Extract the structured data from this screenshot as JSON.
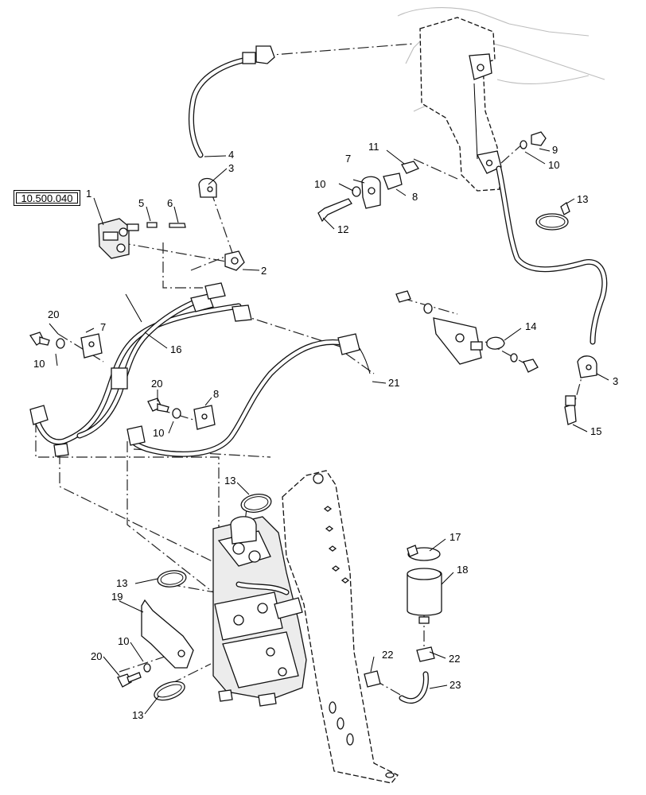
{
  "reference": "10.500.040",
  "callouts": [
    {
      "id": "c1",
      "label": "1"
    },
    {
      "id": "c2",
      "label": "2"
    },
    {
      "id": "c3a",
      "label": "3"
    },
    {
      "id": "c3b",
      "label": "3"
    },
    {
      "id": "c4",
      "label": "4"
    },
    {
      "id": "c5",
      "label": "5"
    },
    {
      "id": "c6",
      "label": "6"
    },
    {
      "id": "c7a",
      "label": "7"
    },
    {
      "id": "c7b",
      "label": "7"
    },
    {
      "id": "c8a",
      "label": "8"
    },
    {
      "id": "c8b",
      "label": "8"
    },
    {
      "id": "c9",
      "label": "9"
    },
    {
      "id": "c10a",
      "label": "10"
    },
    {
      "id": "c10b",
      "label": "10"
    },
    {
      "id": "c10c",
      "label": "10"
    },
    {
      "id": "c10d",
      "label": "10"
    },
    {
      "id": "c10e",
      "label": "10"
    },
    {
      "id": "c11",
      "label": "11"
    },
    {
      "id": "c12",
      "label": "12"
    },
    {
      "id": "c13a",
      "label": "13"
    },
    {
      "id": "c13b",
      "label": "13"
    },
    {
      "id": "c13c",
      "label": "13"
    },
    {
      "id": "c13d",
      "label": "13"
    },
    {
      "id": "c14",
      "label": "14"
    },
    {
      "id": "c15",
      "label": "15"
    },
    {
      "id": "c16",
      "label": "16"
    },
    {
      "id": "c17",
      "label": "17"
    },
    {
      "id": "c18",
      "label": "18"
    },
    {
      "id": "c19",
      "label": "19"
    },
    {
      "id": "c20a",
      "label": "20"
    },
    {
      "id": "c20b",
      "label": "20"
    },
    {
      "id": "c20c",
      "label": "20"
    },
    {
      "id": "c21",
      "label": "21"
    },
    {
      "id": "c22a",
      "label": "22"
    },
    {
      "id": "c22b",
      "label": "22"
    },
    {
      "id": "c23",
      "label": "23"
    }
  ]
}
